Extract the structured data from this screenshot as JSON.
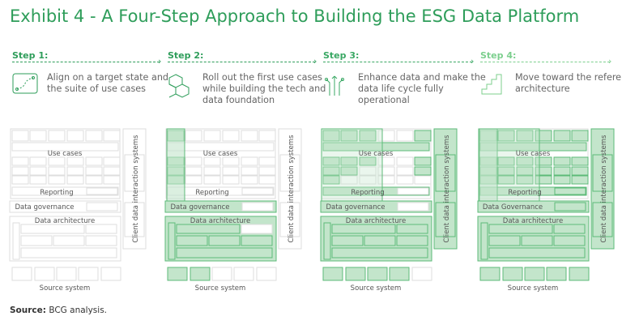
{
  "title": "Exhibit 4 - A Four-Step Approach to Building the ESG Data Platform",
  "steps": [
    {
      "label": "Step 1:",
      "text": "Align on a target state and the suite of use cases",
      "icon": "path-icon",
      "color": "#2e9d5a"
    },
    {
      "label": "Step 2:",
      "text": "Roll out the first use cases while building the tech and data foundation",
      "icon": "cubes-icon",
      "color": "#2e9d5a"
    },
    {
      "label": "Step 3:",
      "text": "Enhance data and make the data life cycle fully operational",
      "icon": "circuit-icon",
      "color": "#3aa864"
    },
    {
      "label": "Step 4:",
      "text": "Move toward the reference architecture",
      "icon": "stairs-icon",
      "color": "#7ccf8e"
    }
  ],
  "labels": {
    "use_cases": "Use cases",
    "reporting": "Reporting",
    "governance_1": "Data governance",
    "governance_4": "Data Governance",
    "architecture": "Data architecture",
    "client": "Client data interaction systems",
    "source": "Source system"
  },
  "highlight": [
    [],
    [
      "col1",
      "arch",
      "src2"
    ],
    [
      "block3",
      "col6",
      "rep",
      "gov",
      "arch",
      "client",
      "src4"
    ],
    [
      "all"
    ]
  ],
  "source": {
    "label": "Source:",
    "text": "BCG analysis."
  },
  "colors": {
    "accent": "#2e9d5a",
    "fill": "#c3e5cb",
    "stroke": "#5dba78",
    "gray": "#dedede"
  }
}
